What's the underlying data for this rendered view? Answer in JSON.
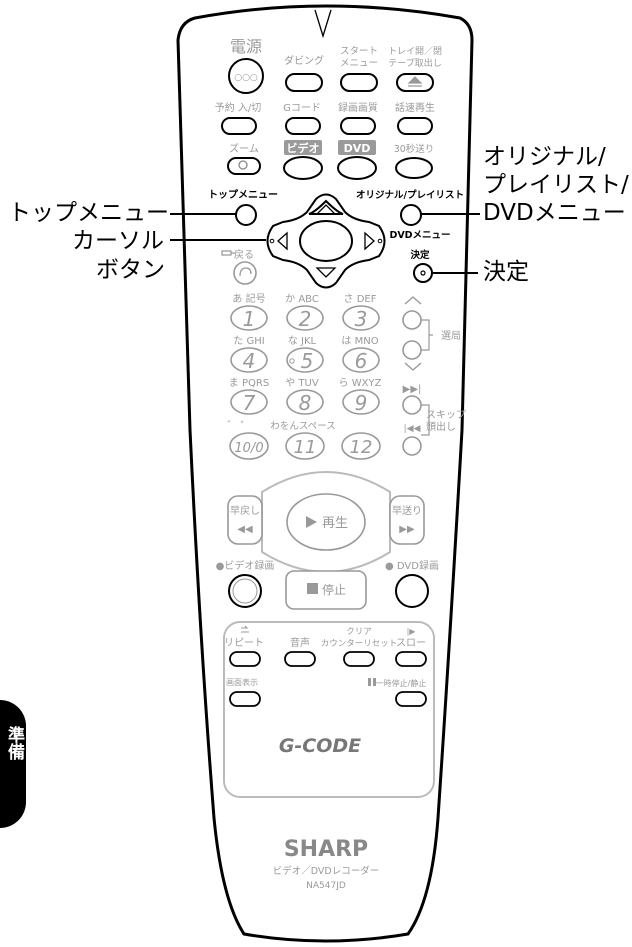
{
  "callouts": {
    "top_menu": "トップメニュー",
    "cursor_line1": "カーソル",
    "cursor_line2": "ボタン",
    "original_line1": "オリジナル/",
    "original_line2": "プレイリスト/",
    "original_line3": "DVDメニュー",
    "enter": "決定"
  },
  "side_tab": "準備",
  "remote": {
    "power": "電源",
    "dubbing": "ダビング",
    "start_menu_1": "スタート",
    "start_menu_2": "メニュー",
    "tray_1": "トレイ開／閉",
    "tray_2": "テープ取出し",
    "timer": "予約 入/切",
    "gcode": "Gコード",
    "rec_quality": "録画画質",
    "speed_play": "話速再生",
    "zoom": "ズーム",
    "video": "ビデオ",
    "dvd": "DVD",
    "skip30": "30秒送り",
    "top_menu": "トップメニュー",
    "original_playlist": "オリジナル/プレイリスト",
    "dvd_menu": "DVDメニュー",
    "enter": "決定",
    "back": "戻る",
    "memo": "あ 記号",
    "k_abc": "か ABC",
    "s_def": "さ DEF",
    "t_ghi": "た GHI",
    "n_jkl": "な JKL",
    "h_mno": "は MNO",
    "m_pqrs": "ま PQRS",
    "y_tuv": "や TUV",
    "r_wxyz": "ら WXYZ",
    "wa_space": "わをんスペース",
    "dakuten": "゛ ゜",
    "channel": "選局",
    "skip_1": "スキップ",
    "skip_2": "頭出し",
    "n1": "1",
    "n2": "2",
    "n3": "3",
    "n4": "4",
    "n5": "5",
    "n6": "6",
    "n7": "7",
    "n8": "8",
    "n9": "9",
    "n10": "10/0",
    "n11": "11",
    "n12": "12",
    "rewind": "早戻し",
    "ff": "早送り",
    "play": "再生",
    "video_rec": "●ビデオ録画",
    "dvd_rec": "● DVD録画",
    "stop": "停止",
    "repeat": "リピート",
    "audio": "音声",
    "clear_1": "クリア",
    "clear_2": "カウンターリセット",
    "slow": "スロー",
    "display": "画面表示",
    "pause": "一時停止/静止",
    "gcode_logo": "G-CODE",
    "brand": "SHARP",
    "product": "ビデオ／DVDレコーダー",
    "model": "NA547JD"
  }
}
